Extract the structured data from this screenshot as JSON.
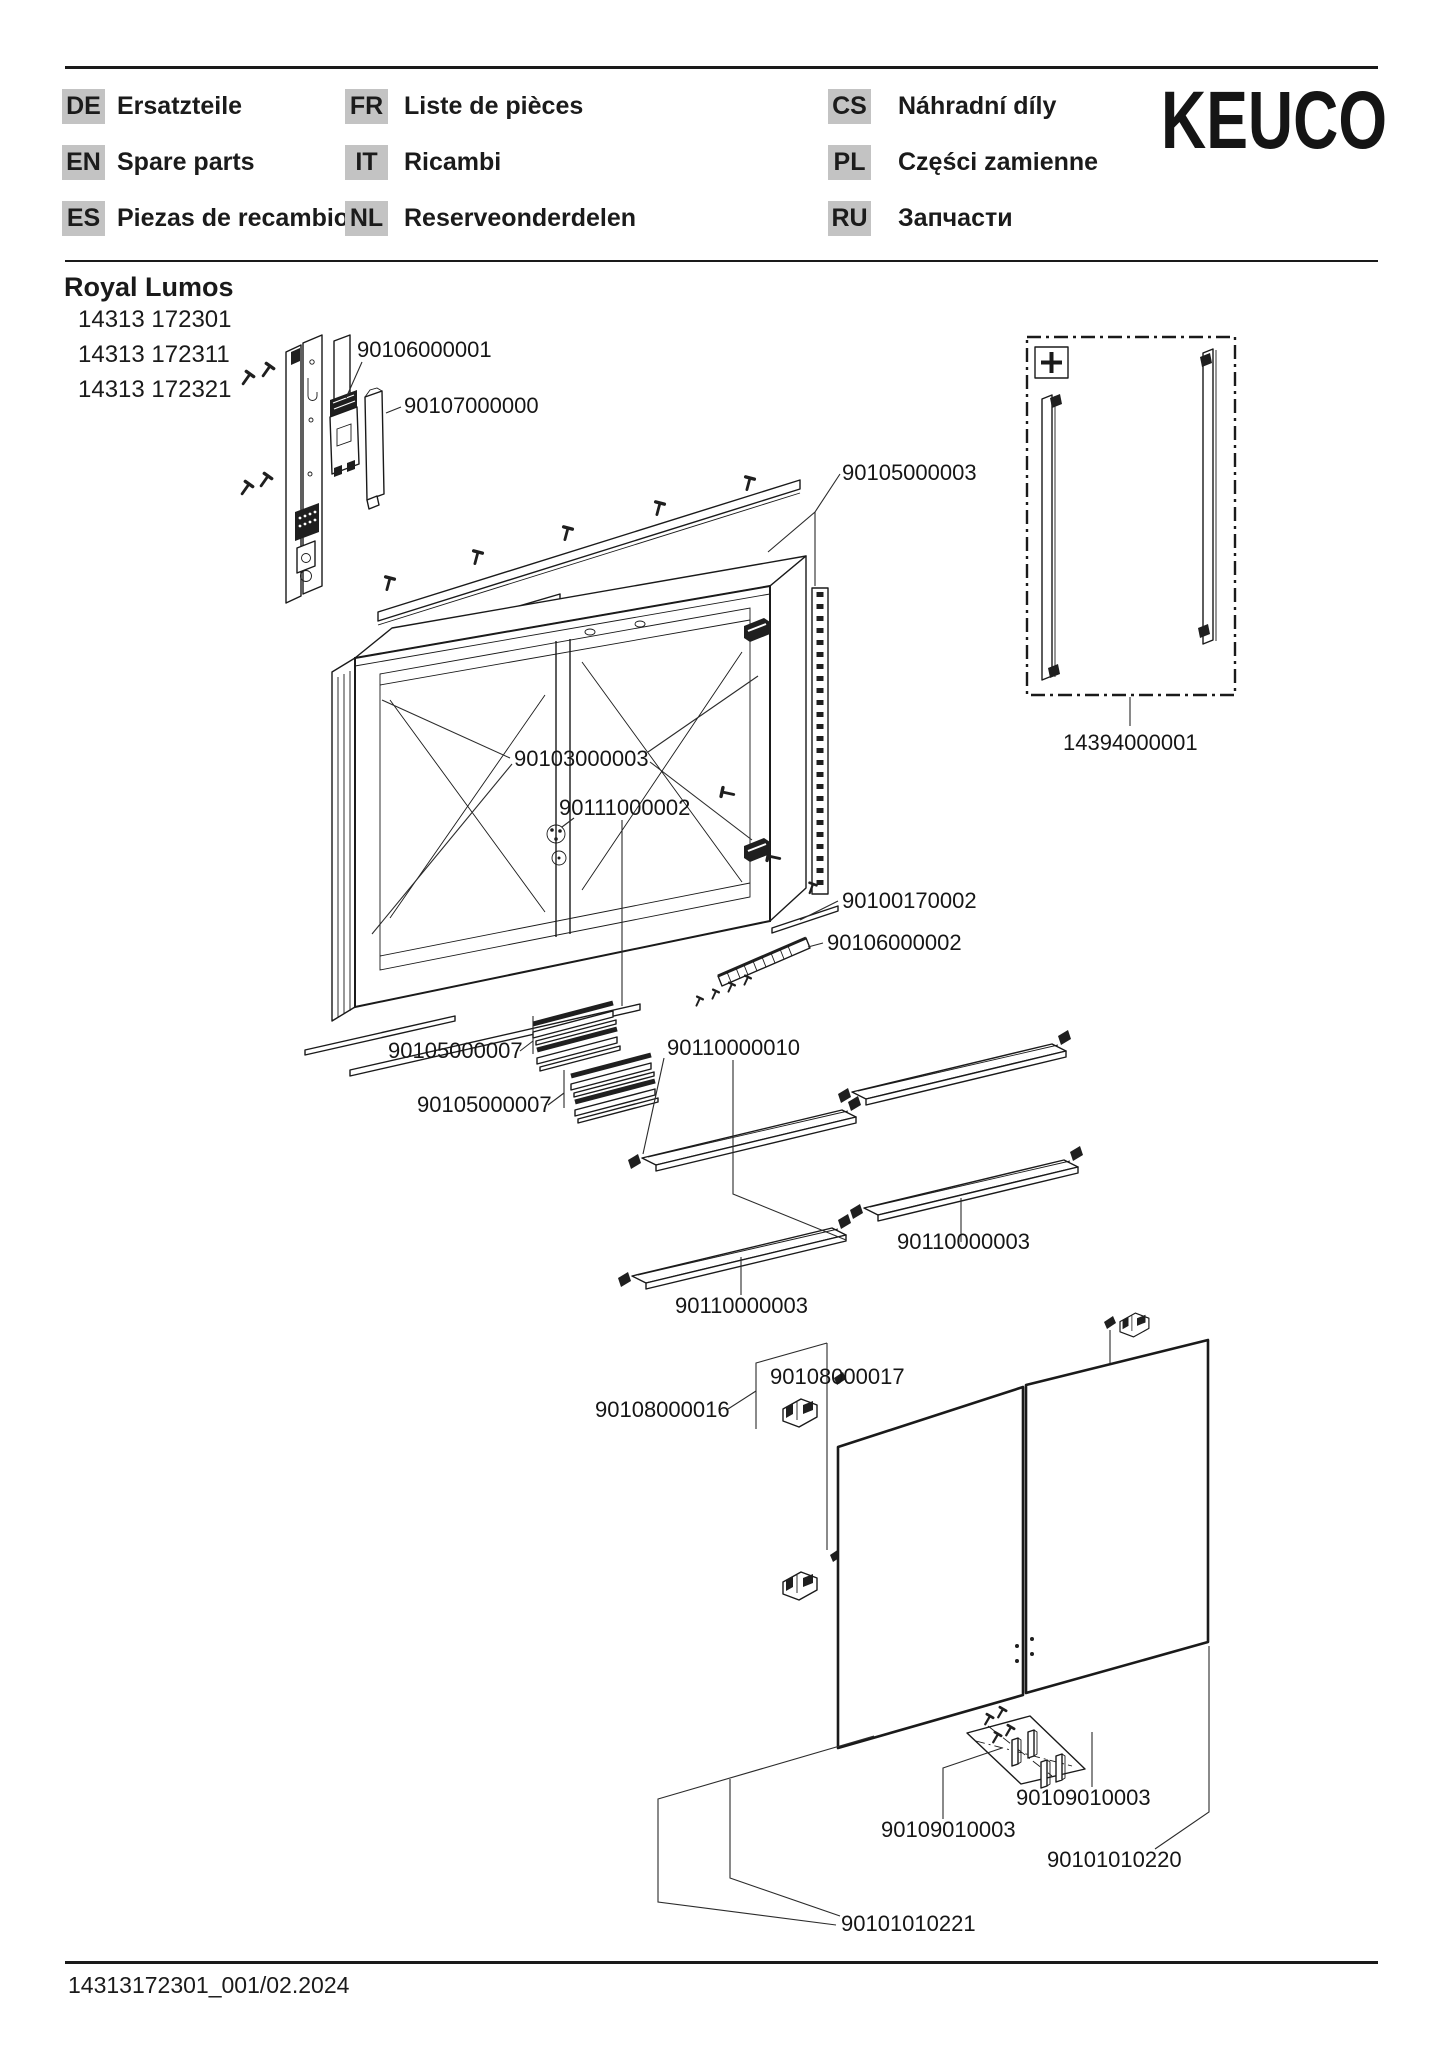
{
  "header": {
    "logo": "KEUCO",
    "languages": [
      {
        "code": "DE",
        "label": "Ersatzteile"
      },
      {
        "code": "EN",
        "label": "Spare parts"
      },
      {
        "code": "ES",
        "label": "Piezas de recambio"
      },
      {
        "code": "FR",
        "label": "Liste de pièces"
      },
      {
        "code": "IT",
        "label": "Ricambi"
      },
      {
        "code": "NL",
        "label": "Reserveonderdelen"
      },
      {
        "code": "CS",
        "label": "Náhradní díly"
      },
      {
        "code": "PL",
        "label": "Części zamienne"
      },
      {
        "code": "RU",
        "label": "Запчасти"
      }
    ]
  },
  "product": {
    "series": "Royal Lumos",
    "models": [
      "14313 172301",
      "14313 172311",
      "14313 172321"
    ]
  },
  "diagram": {
    "part_labels": [
      {
        "text": "90106000001"
      },
      {
        "text": "90107000000"
      },
      {
        "text": "90105000003"
      },
      {
        "text": "14394000001"
      },
      {
        "text": "90103000003"
      },
      {
        "text": "90111000002"
      },
      {
        "text": "90100170002"
      },
      {
        "text": "90106000002"
      },
      {
        "text": "90105000007"
      },
      {
        "text": "90110000010"
      },
      {
        "text": "90105000007"
      },
      {
        "text": "90110000003"
      },
      {
        "text": "90110000003"
      },
      {
        "text": "90108000017"
      },
      {
        "text": "90108000016"
      },
      {
        "text": "90109010003"
      },
      {
        "text": "90109010003"
      },
      {
        "text": "90101010220"
      },
      {
        "text": "90101010221"
      }
    ]
  },
  "footer": {
    "document_code": "14313172301_001/02.2024"
  },
  "colors": {
    "ink": "#1a1a1a",
    "badge_bg": "#c3c3c3",
    "paper": "#ffffff"
  }
}
